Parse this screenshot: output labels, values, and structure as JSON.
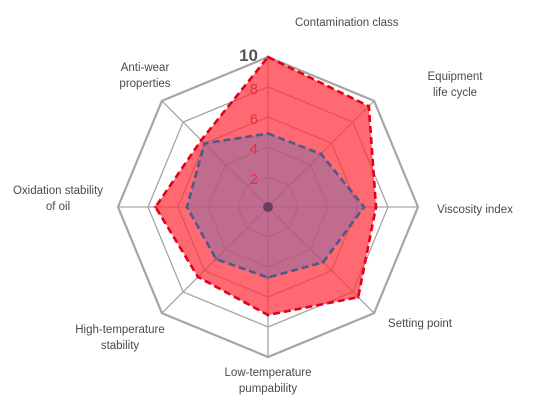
{
  "chart_data": {
    "type": "radar",
    "axes": [
      [
        "Contamination class"
      ],
      [
        "Equipment",
        "life cycle"
      ],
      [
        "Viscosity index"
      ],
      [
        "Setting point"
      ],
      [
        "Low-temperature",
        "pumpability"
      ],
      [
        "High-temperature",
        "stability"
      ],
      [
        "Oxidation stability",
        "of oil"
      ],
      [
        "Anti-wear",
        "properties"
      ]
    ],
    "tick_labels": [
      "2",
      "4",
      "6",
      "8",
      "10"
    ],
    "r_range": [
      0,
      10
    ],
    "series": [
      {
        "values": [
          10,
          9.5,
          7.2,
          8.5,
          7.2,
          6.6,
          7.5,
          6.3
        ],
        "fill": "#ff2f3c",
        "stroke": "#e3001b",
        "fill_opacity": 0.72
      },
      {
        "values": [
          4.9,
          5.0,
          6.4,
          5.2,
          4.7,
          4.9,
          5.4,
          6.0
        ],
        "fill": "#8d6fa8",
        "stroke": "#4c5a8a",
        "fill_opacity": 0.55
      }
    ],
    "grid_rings": [
      2,
      4,
      6,
      8,
      10
    ],
    "grid_color": "#a6a6a6"
  }
}
